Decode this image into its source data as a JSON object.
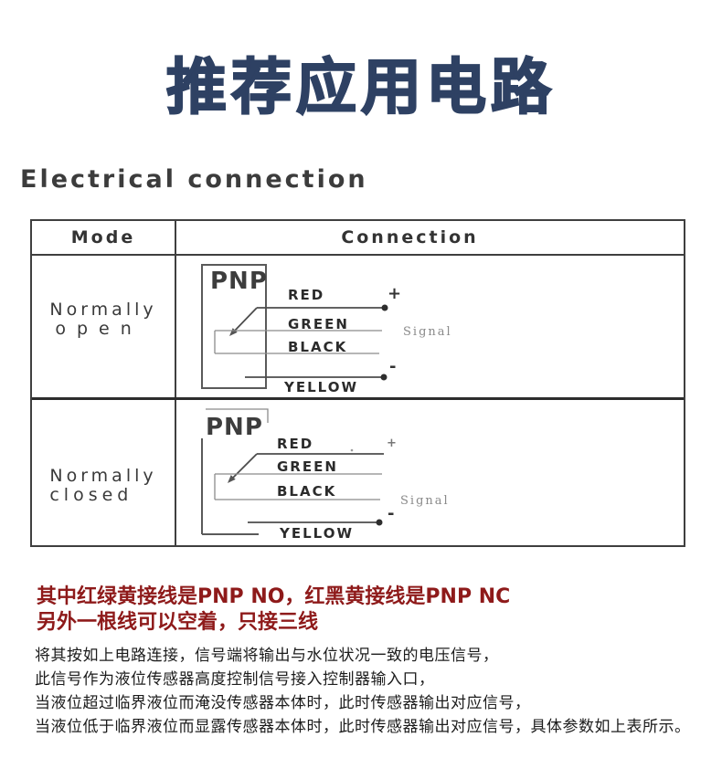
{
  "page_title": {
    "text": "推荐应用电路"
  },
  "section": {
    "heading": "Electrical connection"
  },
  "table": {
    "header": {
      "mode": "Mode",
      "connection": "Connection"
    },
    "rows": [
      {
        "mode_line1": "Normally",
        "mode_line2": "open",
        "box_label": "PNP",
        "labels": {
          "red": "RED",
          "green": "GREEN",
          "black": "BLACK",
          "yellow": "YELLOW"
        },
        "terminals": {
          "plus": "+",
          "minus": "-",
          "signal": "Signal"
        }
      },
      {
        "mode_line1": "Normally",
        "mode_line2": "closed",
        "box_label": "PNP",
        "labels": {
          "red": "RED",
          "green": "GREEN",
          "black": "BLACK",
          "yellow": "YELLOW"
        },
        "terminals": {
          "plus": "+",
          "minus": "-",
          "signal": "Signal"
        }
      }
    ]
  },
  "notes": {
    "highlight": [
      "其中红绿黄接线是PNP NO，红黑黄接线是PNP NC",
      "另外一根线可以空着，只接三线"
    ],
    "body": [
      "将其按如上电路连接，信号端将输出与水位状况一致的电压信号，",
      "此信号作为液位传感器高度控制信号接入控制器输入口，",
      "当液位超过临界液位而淹没传感器本体时，此时传感器输出对应信号，",
      "当液位低于临界液位而显露传感器本体时，此时传感器输出对应信号，具体参数如上表所示。"
    ]
  },
  "colors": {
    "title": "#2e4163",
    "highlight_text": "#8e1a1a",
    "body_text": "#1c1c1c",
    "table_border": "#3f3f3f"
  }
}
